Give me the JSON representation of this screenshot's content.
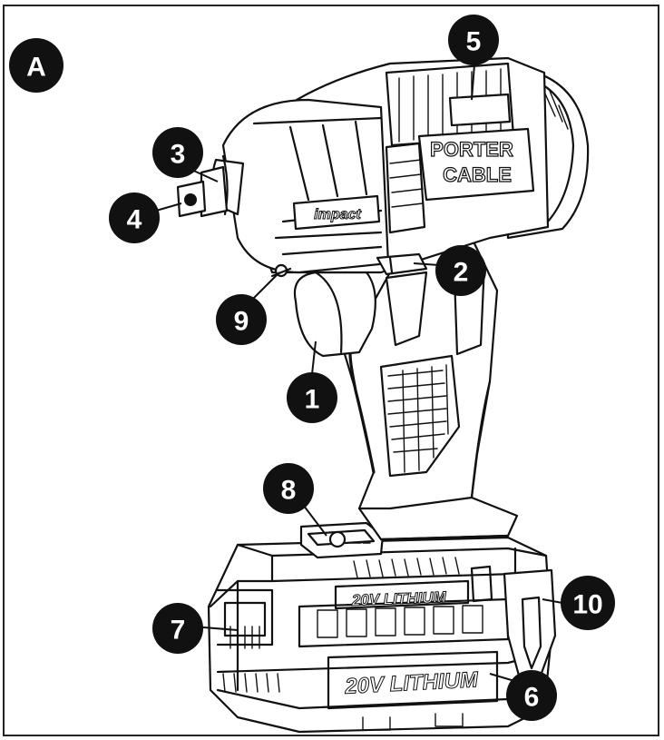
{
  "figure_label": "A",
  "product_markings": {
    "brand_line1": "PORTER",
    "brand_line2": "CABLE",
    "head_label": "impact",
    "battery_label_top": "20V LITHIUM",
    "battery_label_front": "20V LITHIUM"
  },
  "callouts": [
    {
      "number": "1",
      "part": "trigger"
    },
    {
      "number": "2",
      "part": "direction-switch"
    },
    {
      "number": "3",
      "part": "collar"
    },
    {
      "number": "4",
      "part": "hex-chuck"
    },
    {
      "number": "5",
      "part": "vents"
    },
    {
      "number": "6",
      "part": "battery-pack"
    },
    {
      "number": "7",
      "part": "battery-release"
    },
    {
      "number": "8",
      "part": "fuel-gauge"
    },
    {
      "number": "9",
      "part": "led-light"
    },
    {
      "number": "10",
      "part": "belt-hook"
    }
  ]
}
